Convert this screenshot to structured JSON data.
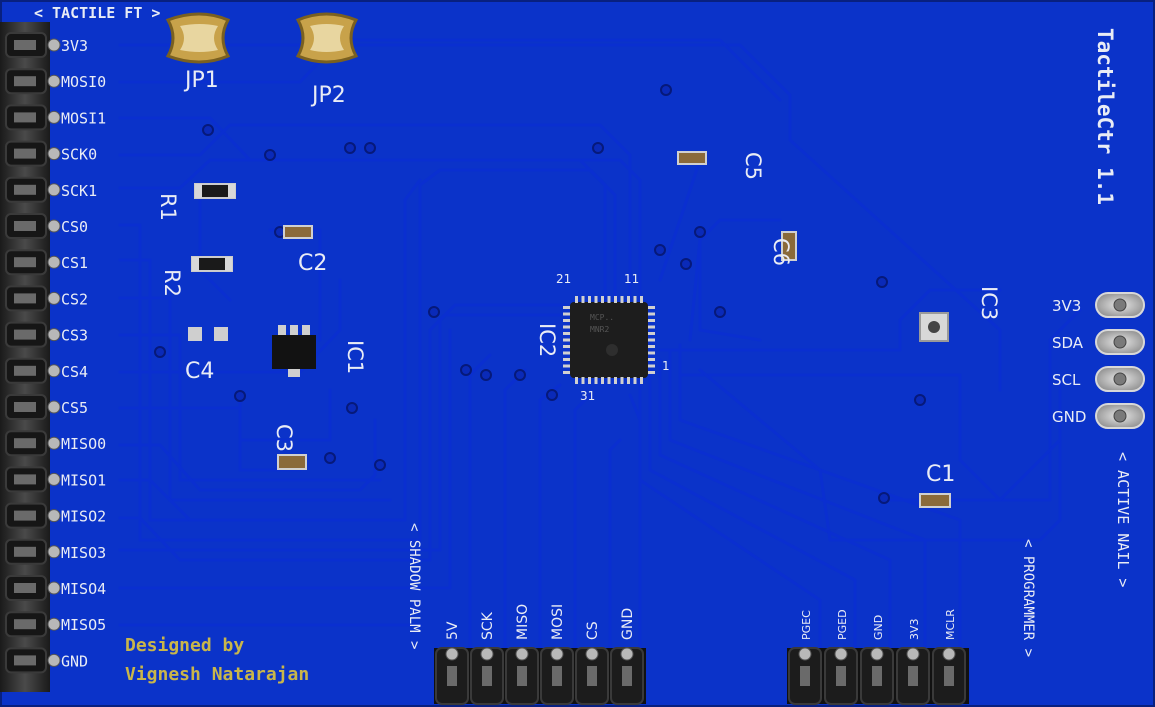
{
  "board": {
    "title": "TactileCtr 1.1",
    "credit_line1": "Designed by",
    "credit_line2": "Vignesh Natarajan",
    "colors": {
      "solder_mask": "#0b33c9",
      "silkscreen": "#e9ecf5",
      "credit": "#c9b64a",
      "gold": "#c8a24a"
    }
  },
  "headers": {
    "left": {
      "label": "< TACTILE FT >",
      "pins": [
        "3V3",
        "MOSI0",
        "MOSI1",
        "SCK0",
        "SCK1",
        "CS0",
        "CS1",
        "CS2",
        "CS3",
        "CS4",
        "CS5",
        "MISO0",
        "MISO1",
        "MISO2",
        "MISO3",
        "MISO4",
        "MISO5",
        "GND"
      ]
    },
    "right": {
      "label": "< ACTIVE NAIL >",
      "pins": [
        "3V3",
        "SDA",
        "SCL",
        "GND"
      ]
    },
    "shadow_palm": {
      "label": "< SHADOW PALM >",
      "pins": [
        "5V",
        "SCK",
        "MISO",
        "MOSI",
        "CS",
        "GND"
      ]
    },
    "programmer": {
      "label": "< PROGRAMMER >",
      "pins": [
        "PGEC",
        "PGED",
        "GND",
        "3V3",
        "MCLR"
      ]
    }
  },
  "components": {
    "jp1": "JP1",
    "jp2": "JP2",
    "r1": "R1",
    "r2": "R2",
    "c1": "C1",
    "c2": "C2",
    "c3": "C3",
    "c4": "C4",
    "c5": "C5",
    "c6": "C6",
    "ic1": "IC1",
    "ic2": "IC2",
    "ic3": "IC3",
    "ic2_pin_21": "21",
    "ic2_pin_11": "11",
    "ic2_pin_1": "1",
    "ic2_pin_31": "31"
  }
}
